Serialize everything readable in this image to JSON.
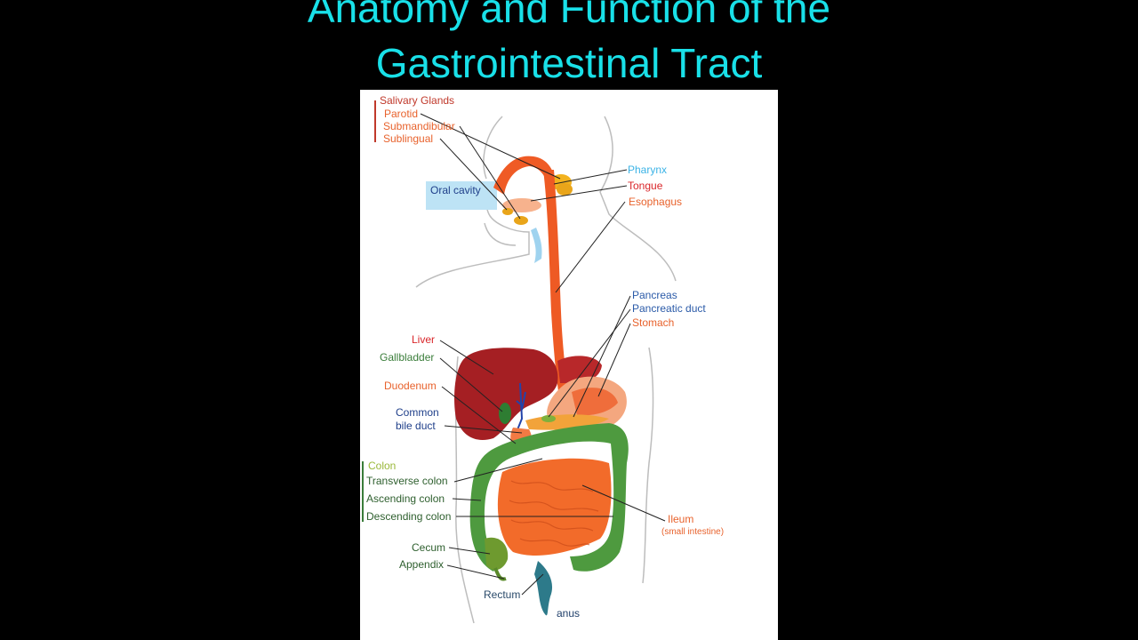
{
  "slide": {
    "title_line1": "Anatomy and Function of the",
    "title_line2": "Gastrointestinal Tract"
  },
  "labels": {
    "salivary_glands": "Salivary Glands",
    "parotid": "Parotid",
    "submandibular": "Submandibular",
    "sublingual": "Sublingual",
    "oral_cavity": "Oral cavity",
    "pharynx": "Pharynx",
    "tongue": "Tongue",
    "esophagus": "Esophagus",
    "pancreas": "Pancreas",
    "pancreatic_duct": "Pancreatic duct",
    "stomach": "Stomach",
    "liver": "Liver",
    "gallbladder": "Gallbladder",
    "duodenum": "Duodenum",
    "common_bile_duct_line1": "Common",
    "common_bile_duct_line2": "bile duct",
    "colon": "Colon",
    "transverse_colon": "Transverse colon",
    "ascending_colon": "Ascending colon",
    "descending_colon": "Descending colon",
    "ileum": "Ileum",
    "ileum_sub": "(small intestine)",
    "cecum": "Cecum",
    "appendix": "Appendix",
    "rectum": "Rectum",
    "anus": "anus"
  },
  "colors": {
    "title": "#19e0e8",
    "salivary": "#c0392b",
    "orange_label": "#e8622c",
    "blue_label": "#2a5aa8",
    "cyan_label": "#3bb3e6",
    "red_label": "#d9262a",
    "green_label": "#3a7d3a",
    "lime_label": "#9ab83a",
    "liver": "#a51f23",
    "esophagus": "#ee5a24",
    "colon": "#4e9a3f",
    "small_intestine": "#f26b2a"
  }
}
